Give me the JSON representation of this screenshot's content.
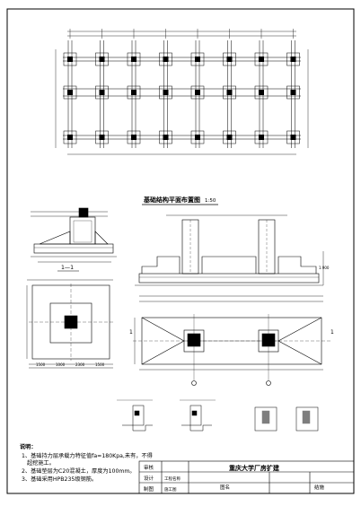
{
  "plan": {
    "title": "基础结构平面布置图",
    "scale": "1:50"
  },
  "section_1_1": {
    "label": "1—1"
  },
  "dims": {
    "bottom_a": "1500",
    "bottom_b": "1000",
    "bottom_c": "2300",
    "bottom_d": "1500",
    "side_label": "1.900"
  },
  "grid_marks": {
    "left": "1",
    "right": "1"
  },
  "notes": {
    "heading": "说明：",
    "line1": "1、基础持力层承载力特征值fa=180Kpa,未有，不得",
    "line1b": "超挖施工。",
    "line2": "2、基础垫层为C20混凝土，厚度为100mm。",
    "line3": "3、基础采用HPB235级钢筋。"
  },
  "title_block": {
    "row1_col1": "审核",
    "row2_col1": "设计",
    "row3_col1": "制图",
    "project": "重庆大学厂房扩建",
    "drawing_name": "图名",
    "drawing_no": "结施",
    "label_a": "工程名称",
    "label_b": "施工图"
  }
}
